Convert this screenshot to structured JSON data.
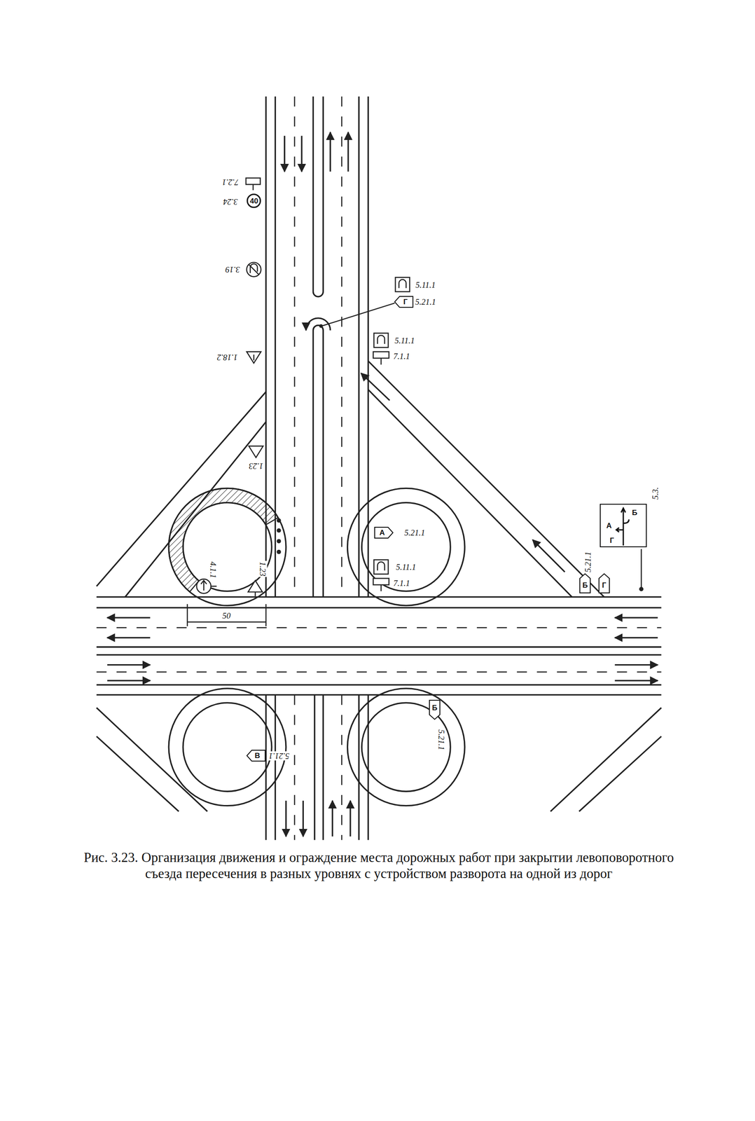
{
  "diagram": {
    "caption": "Рис. 3.23. Организация движения и ограждение места дорожных работ при закрытии левоповоротного съезда пересечения в разных уровнях с устройством разворота на одной из дорог",
    "nodes": [
      {
        "text": [
          "40"
        ]
      },
      {
        "text": [
          "Г"
        ]
      },
      {
        "text": [
          "А"
        ]
      },
      {
        "text": [
          "А",
          "Б",
          "Г"
        ]
      },
      {
        "text": [
          "Б"
        ]
      },
      {
        "text": [
          "Г"
        ]
      },
      {
        "text": [
          "Б"
        ]
      },
      {
        "text": [
          "В"
        ]
      }
    ],
    "labels": [
      "7.2.1",
      "3.24",
      "3.19",
      "1.18.2",
      "1.23",
      "5.11.1",
      "5.21.1",
      "5.11.1",
      "7.1.1",
      "5.21.1",
      "5.11.1",
      "7.1.1",
      "4.1.1",
      "1.23",
      "50",
      "5.3.",
      "5.21.1",
      "5.21.1",
      "5.21.1"
    ]
  }
}
